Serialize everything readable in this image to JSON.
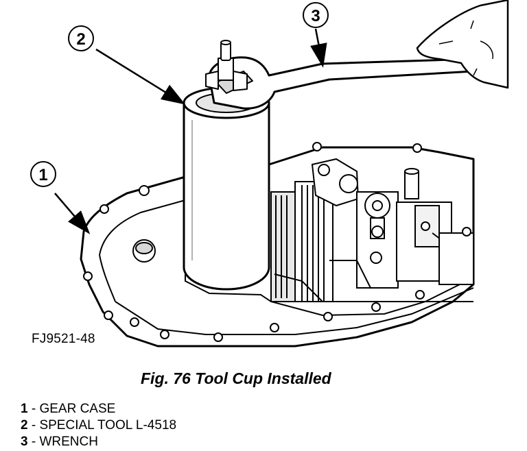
{
  "figure": {
    "code": "FJ9521-48",
    "caption": "Fig. 76 Tool Cup Installed",
    "callouts": [
      {
        "number": "1"
      },
      {
        "number": "2"
      },
      {
        "number": "3"
      }
    ]
  },
  "legend": [
    {
      "number": "1",
      "text": " - GEAR CASE"
    },
    {
      "number": "2",
      "text": " - SPECIAL TOOL L-4518"
    },
    {
      "number": "3",
      "text": " - WRENCH"
    }
  ]
}
